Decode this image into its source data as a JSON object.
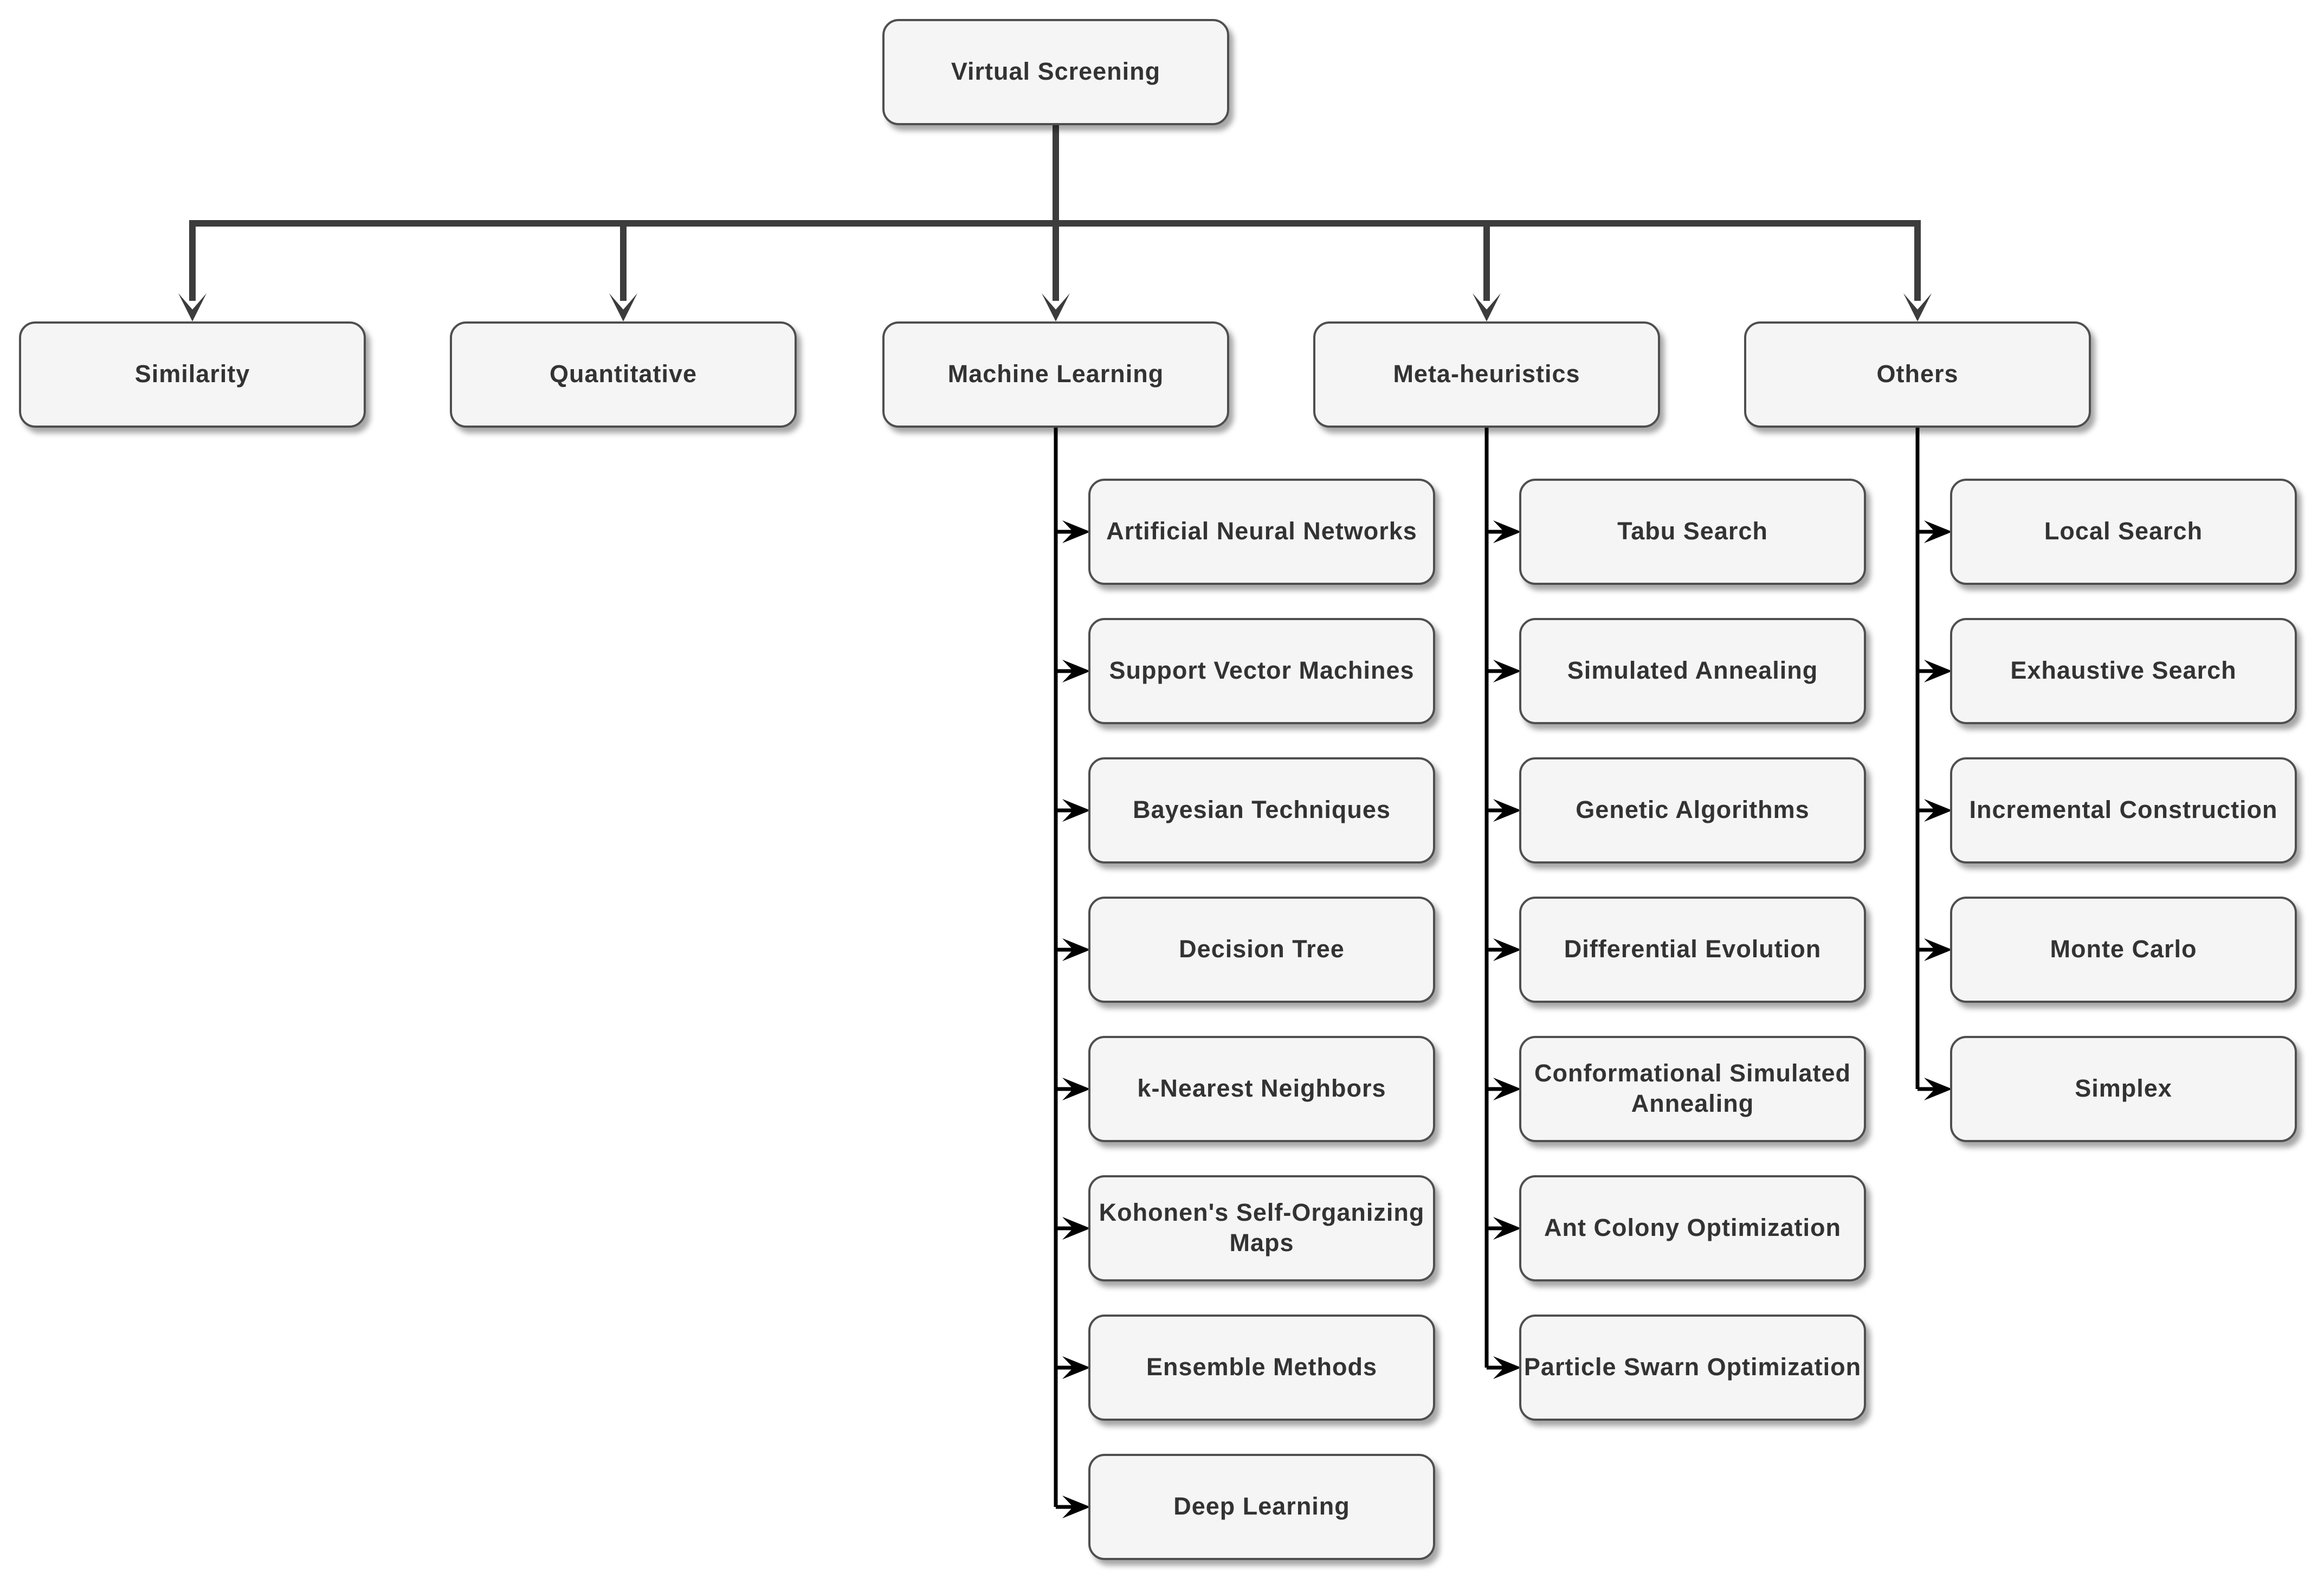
{
  "diagram": {
    "root": "Virtual Screening",
    "categories": [
      {
        "label": "Similarity",
        "children": []
      },
      {
        "label": "Quantitative",
        "children": []
      },
      {
        "label": "Machine Learning",
        "children": [
          [
            "Artificial Neural Networks"
          ],
          [
            "Support Vector Machines"
          ],
          [
            "Bayesian Techniques"
          ],
          [
            "Decision Tree"
          ],
          [
            "k-Nearest Neighbors"
          ],
          [
            "Kohonen's Self-Organizing",
            "Maps"
          ],
          [
            "Ensemble Methods"
          ],
          [
            "Deep Learning"
          ]
        ]
      },
      {
        "label": "Meta-heuristics",
        "children": [
          [
            "Tabu Search"
          ],
          [
            "Simulated Annealing"
          ],
          [
            "Genetic Algorithms"
          ],
          [
            "Differential Evolution"
          ],
          [
            "Conformational Simulated",
            "Annealing"
          ],
          [
            "Ant Colony Optimization"
          ],
          [
            "Particle Swarn Optimization"
          ]
        ]
      },
      {
        "label": "Others",
        "children": [
          [
            "Local Search"
          ],
          [
            "Exhaustive Search"
          ],
          [
            "Incremental Construction"
          ],
          [
            "Monte Carlo"
          ],
          [
            "Simplex"
          ]
        ]
      }
    ]
  },
  "colors": {
    "box_fill": "#f5f5f5",
    "box_stroke": "#505050",
    "text": "#333333",
    "connector": "#3c3c3c"
  }
}
